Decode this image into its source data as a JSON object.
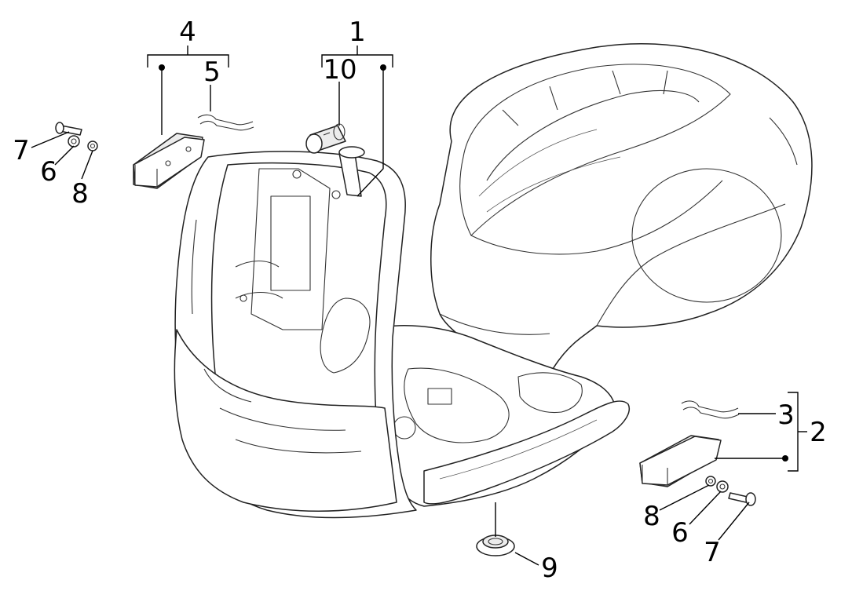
{
  "callouts": {
    "c1": "1",
    "c2": "2",
    "c3": "3",
    "c4": "4",
    "c5": "5",
    "c6_left": "6",
    "c6_right": "6",
    "c7_left": "7",
    "c7_right": "7",
    "c8_left": "8",
    "c8_right": "8",
    "c9": "9",
    "c10": "10"
  },
  "colors": {
    "ink": "#000000",
    "line": "#222222",
    "background": "#ffffff"
  }
}
